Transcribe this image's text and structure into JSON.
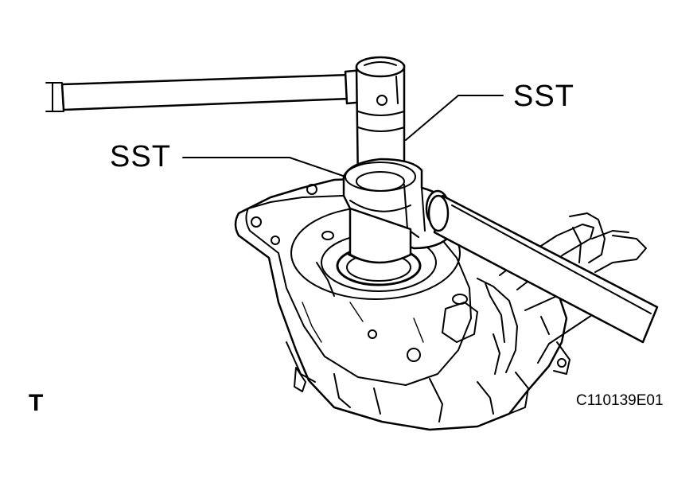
{
  "figure": {
    "labels": {
      "sst_upper": "SST",
      "sst_left": "SST",
      "view_marker": "T",
      "illustration_code": "C110139E01"
    },
    "colors": {
      "line": "#000000",
      "background": "#ffffff"
    }
  }
}
